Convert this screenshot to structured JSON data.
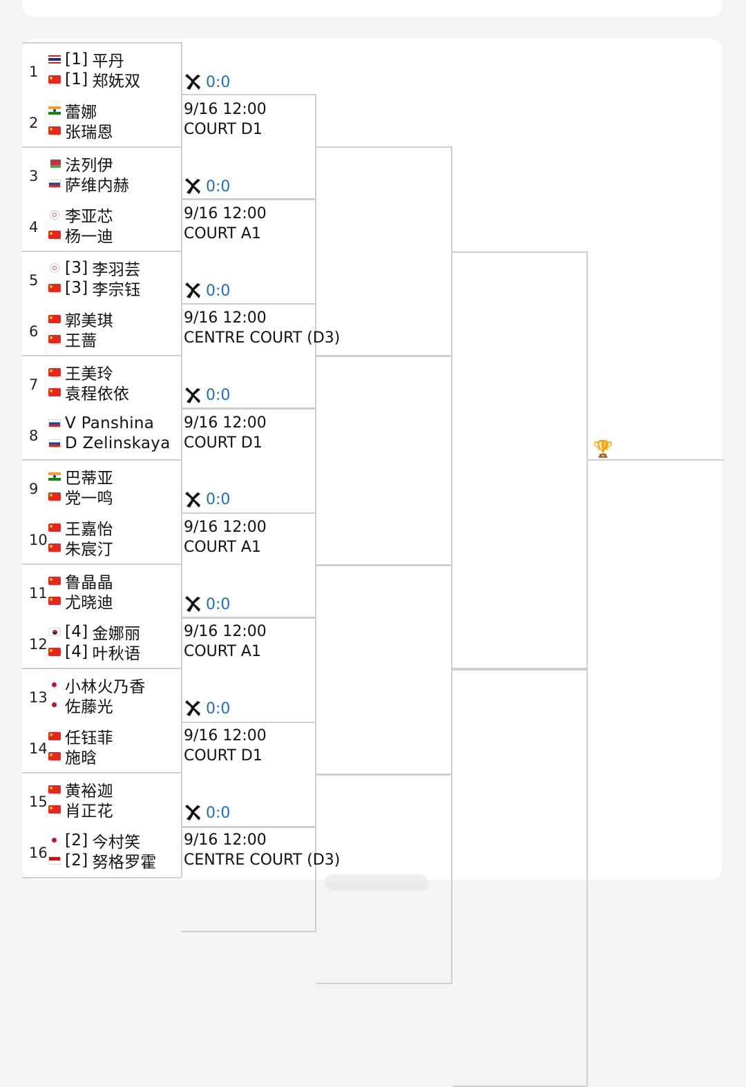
{
  "draw": [
    {
      "num": "1",
      "players": [
        {
          "flag": "th",
          "seed": "[1]",
          "name": "平丹"
        },
        {
          "flag": "cn",
          "seed": "[1]",
          "name": "郑妩双"
        }
      ]
    },
    {
      "num": "2",
      "players": [
        {
          "flag": "in",
          "seed": "",
          "name": "蕾娜"
        },
        {
          "flag": "cn",
          "seed": "",
          "name": "张瑞恩"
        }
      ]
    },
    {
      "num": "3",
      "players": [
        {
          "flag": "by",
          "seed": "",
          "name": "法列伊"
        },
        {
          "flag": "ru",
          "seed": "",
          "name": "萨维内赫"
        }
      ]
    },
    {
      "num": "4",
      "players": [
        {
          "flag": "tpe",
          "seed": "",
          "name": "李亚芯"
        },
        {
          "flag": "cn",
          "seed": "",
          "name": "杨一迪"
        }
      ]
    },
    {
      "num": "5",
      "players": [
        {
          "flag": "tpe",
          "seed": "[3]",
          "name": "李羽芸"
        },
        {
          "flag": "cn",
          "seed": "[3]",
          "name": "李宗钰"
        }
      ]
    },
    {
      "num": "6",
      "players": [
        {
          "flag": "cn",
          "seed": "",
          "name": "郭美琪"
        },
        {
          "flag": "cn",
          "seed": "",
          "name": "王蔷"
        }
      ]
    },
    {
      "num": "7",
      "players": [
        {
          "flag": "cn",
          "seed": "",
          "name": "王美玲"
        },
        {
          "flag": "cn",
          "seed": "",
          "name": "袁程依依"
        }
      ]
    },
    {
      "num": "8",
      "players": [
        {
          "flag": "ru",
          "seed": "",
          "name": "V Panshina"
        },
        {
          "flag": "ru",
          "seed": "",
          "name": "D Zelinskaya"
        }
      ]
    },
    {
      "num": "9",
      "players": [
        {
          "flag": "in",
          "seed": "",
          "name": "巴蒂亚"
        },
        {
          "flag": "cn",
          "seed": "",
          "name": "党一鸣"
        }
      ]
    },
    {
      "num": "10",
      "players": [
        {
          "flag": "cn",
          "seed": "",
          "name": "王嘉怡"
        },
        {
          "flag": "cn",
          "seed": "",
          "name": "朱宸汀"
        }
      ]
    },
    {
      "num": "11",
      "players": [
        {
          "flag": "cn",
          "seed": "",
          "name": "鲁晶晶"
        },
        {
          "flag": "cn",
          "seed": "",
          "name": "尤晓迪"
        }
      ]
    },
    {
      "num": "12",
      "players": [
        {
          "flag": "kr",
          "seed": "[4]",
          "name": "金娜丽"
        },
        {
          "flag": "cn",
          "seed": "[4]",
          "name": "叶秋语"
        }
      ]
    },
    {
      "num": "13",
      "players": [
        {
          "flag": "jp",
          "seed": "",
          "name": "小林火乃香"
        },
        {
          "flag": "jp",
          "seed": "",
          "name": "佐藤光"
        }
      ]
    },
    {
      "num": "14",
      "players": [
        {
          "flag": "cn",
          "seed": "",
          "name": "任钰菲"
        },
        {
          "flag": "cn",
          "seed": "",
          "name": "施晗"
        }
      ]
    },
    {
      "num": "15",
      "players": [
        {
          "flag": "cn",
          "seed": "",
          "name": "黄裕迦"
        },
        {
          "flag": "cn",
          "seed": "",
          "name": "肖正花"
        }
      ]
    },
    {
      "num": "16",
      "players": [
        {
          "flag": "jp",
          "seed": "[2]",
          "name": "今村笑"
        },
        {
          "flag": "id",
          "seed": "[2]",
          "name": "努格罗霍"
        }
      ]
    }
  ],
  "matches": [
    {
      "score": "0:0",
      "time": "9/16 12:00",
      "court": "COURT D1"
    },
    {
      "score": "0:0",
      "time": "9/16 12:00",
      "court": "COURT A1"
    },
    {
      "score": "0:0",
      "time": "9/16 12:00",
      "court": "CENTRE COURT (D3)"
    },
    {
      "score": "0:0",
      "time": "9/16 12:00",
      "court": "COURT D1"
    },
    {
      "score": "0:0",
      "time": "9/16 12:00",
      "court": "COURT A1"
    },
    {
      "score": "0:0",
      "time": "9/16 12:00",
      "court": "COURT A1"
    },
    {
      "score": "0:0",
      "time": "9/16 12:00",
      "court": "COURT D1"
    },
    {
      "score": "0:0",
      "time": "9/16 12:00",
      "court": "CENTRE COURT (D3)"
    }
  ],
  "icons": {
    "score_icon": "badminton-shuttlecock-icon",
    "champion_icon": "trophy-icon"
  },
  "trophy_glyph": "🏆",
  "colors": {
    "score": "#1a6fc8",
    "line": "#cfcfcf"
  }
}
